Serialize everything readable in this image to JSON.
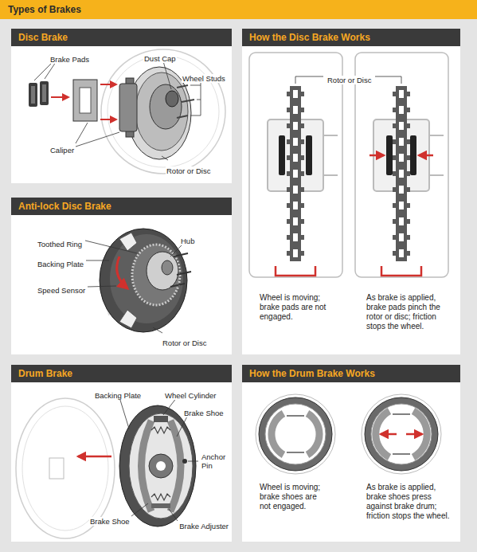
{
  "diagram": {
    "title": "Types of Brakes",
    "nodes": [
      {
        "text": [
          "Disc Brake"
        ]
      },
      {
        "text": [
          "How the Disc Brake Works",
          "Wheel is moving; brake pads are not engaged.",
          "As brake is applied, brake pads pinch the rotor or disc; friction stops the wheel."
        ]
      },
      {
        "text": [
          "Anti-lock Disc Brake"
        ]
      },
      {
        "text": [
          "Drum Brake"
        ]
      },
      {
        "text": [
          "How the Drum Brake Works",
          "Wheel is moving; brake shoes are not engaged.",
          "As brake is applied, brake shoes press against brake drum; friction stops the wheel."
        ]
      }
    ],
    "labels": [
      "Brake Pads",
      "Dust Cap",
      "Wheel Studs",
      "Caliper",
      "Rotor or Disc",
      "Rotor or Disc",
      "Toothed Ring",
      "Hub",
      "Backing Plate",
      "Speed Sensor",
      "Rotor or Disc",
      "Backing Plate",
      "Wheel Cylinder",
      "Brake Shoe",
      "Anchor Pin",
      "Brake Shoe",
      "Brake Adjuster"
    ]
  }
}
